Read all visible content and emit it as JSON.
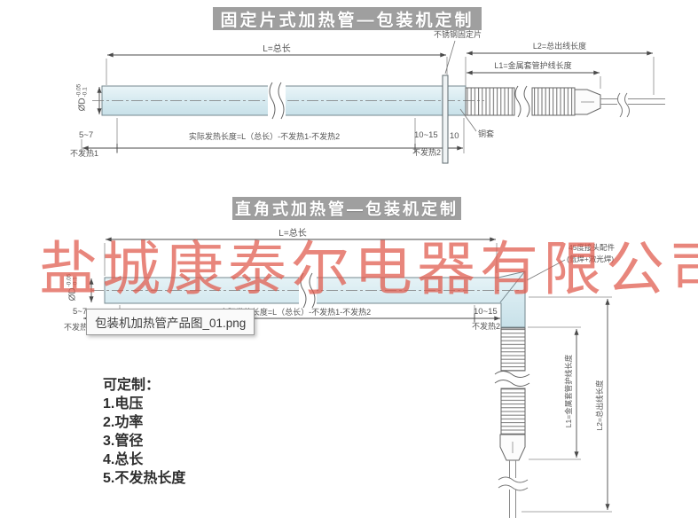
{
  "colors": {
    "title_bar_bg": "#9f9f9f",
    "watermark_color": "#e0584a",
    "tube_fill": "#d8ebf1",
    "line_color": "#666666"
  },
  "watermark": {
    "text": "盐城康泰尔电器有限公司"
  },
  "tooltip": {
    "filename": "包装机加热管产品图_01.png"
  },
  "customization": {
    "title": "可定制：",
    "items": [
      "1.电压",
      "2.功率",
      "3.管径",
      "4.总长",
      "5.不发热长度"
    ]
  },
  "top_diagram": {
    "title": "固定片式加热管—包装机定制",
    "total_length": "L=总长",
    "fixing_plate": "不锈钢固定片",
    "l2": "L2=总出线长度",
    "l1": "L1=金属套管护线长度",
    "diameter": "ØD",
    "tol_top": "-0.05",
    "tol_bottom": "-0.1",
    "seg_left": "5~7",
    "formula": "实际发热长度=L（总长）-不发热1-不发热2",
    "seg_right": "10~15",
    "seg_end": "10",
    "nonheat1": "不发热1",
    "nonheat2": "不发热2",
    "copper_sleeve": "铜套"
  },
  "bottom_diagram": {
    "title": "直角式加热管—包装机定制",
    "total_length": "L=总长",
    "joint_label_1": "45度接头配件",
    "joint_label_2": "(氩焊+激光焊)",
    "diameter": "ØD",
    "tol_top": "-0.05",
    "tol_bottom": "-0.1",
    "seg_left": "5~7",
    "formula": "实际发热长度=L（总长）-不发热1-不发热2",
    "seg_right": "10~15",
    "nonheat1": "不发热1",
    "nonheat2": "不发热2",
    "l1": "L1=金属套管护线长度",
    "l2": "L2=总出线长度"
  }
}
